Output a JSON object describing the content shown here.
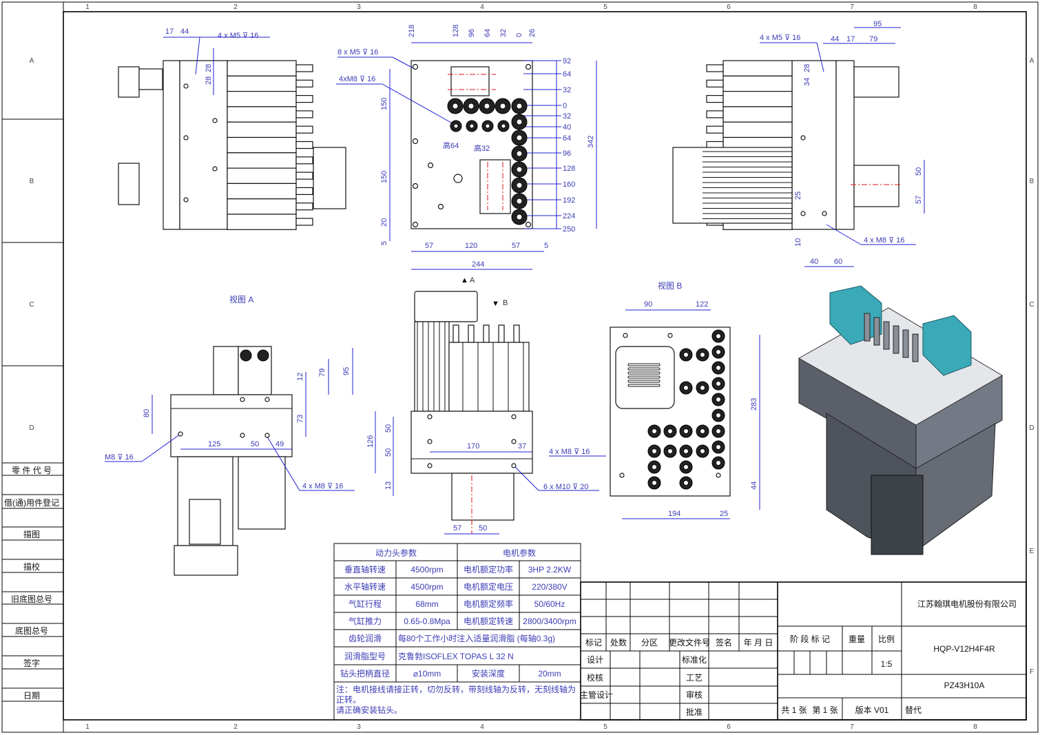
{
  "frame": {
    "columns": [
      "1",
      "2",
      "3",
      "4",
      "5",
      "6",
      "7",
      "8"
    ],
    "rows": [
      "A",
      "B",
      "C",
      "D",
      "E",
      "F"
    ],
    "left_rows": [
      "A",
      "B",
      "C",
      "D"
    ]
  },
  "left_register": [
    "零 件 代 号",
    "借(通)用件登记",
    "描图",
    "描校",
    "旧底图总号",
    "底图总号",
    "签字",
    "日期"
  ],
  "views": {
    "side_left": {
      "dims": [
        "17",
        "44",
        "4 x  M5 ⊽ 16",
        "28",
        "28"
      ]
    },
    "top": {
      "top_dims": [
        "218",
        "128",
        "96",
        "64",
        "32",
        "0",
        "26"
      ],
      "right_dims": [
        "92",
        "64",
        "32",
        "0",
        "32",
        "40",
        "64",
        "96",
        "128",
        "160",
        "192",
        "224",
        "250"
      ],
      "overall": "342",
      "left_dims": [
        "150",
        "150",
        "20",
        "5"
      ],
      "bottom_dims": [
        "57",
        "120",
        "57",
        "5",
        "244"
      ],
      "callouts": [
        "8 x  M5 ⊽ 16",
        "4xM8 ⊽ 16",
        "高64",
        "高32"
      ],
      "arrow_label": "A"
    },
    "side_right": {
      "dims": [
        "95",
        "4 x  M5 ⊽ 16",
        "44",
        "17",
        "79",
        "28",
        "34",
        "50",
        "57",
        "25",
        "10",
        "40",
        "60",
        "4 x  M8 ⊽ 16"
      ]
    },
    "view_a": {
      "title": "视图 A",
      "dims": [
        "12",
        "79",
        "95",
        "80",
        "73",
        "125",
        "50",
        "49",
        "M8 ⊽ 16",
        "4 x  M8 ⊽ 16"
      ]
    },
    "front": {
      "dims": [
        "126",
        "50",
        "50",
        "13",
        "170",
        "37",
        "4 x  M8 ⊽ 16",
        "6 x  M10 ⊽ 20",
        "57",
        "50"
      ],
      "arrow_label": "B"
    },
    "view_b": {
      "title": "视图 B",
      "dims": [
        "90",
        "122",
        "283",
        "44",
        "194",
        "25"
      ]
    }
  },
  "params": {
    "header_head": "动力头参数",
    "header_motor": "电机参数",
    "rows": [
      [
        "垂直轴转速",
        "4500rpm",
        "电机额定功率",
        "3HP  2.2KW"
      ],
      [
        "水平轴转速",
        "4500rpm",
        "电机额定电压",
        "220/380V"
      ],
      [
        "气缸行程",
        "68mm",
        "电机额定频率",
        "50/60Hz"
      ],
      [
        "气缸推力",
        "0.65-0.8Mpa",
        "电机额定转速",
        "2800/3400rpm"
      ]
    ],
    "gear_label": "齿轮润滑",
    "gear_value": "每80个工作小时注入适量润滑脂 (每轴0.3g)",
    "grease_label": "润滑脂型号",
    "grease_value": "克鲁勃ISOFLEX TOPAS L 32 N",
    "shank_label": "钻头把柄直径",
    "shank_value": "⌀10mm",
    "depth_label": "安装深度",
    "depth_value": "20mm",
    "note_line1": "注：电机接线请接正转，切勿反转，带刻线轴为反转，无刻线轴为正转。",
    "note_line2": "请正确安装钻头。"
  },
  "title_block": {
    "change_headers": [
      "标记",
      "处数",
      "分区",
      "更改文件号",
      "签名",
      "年 月 日"
    ],
    "sign_left": [
      "设计",
      "校核",
      "主管设计"
    ],
    "sign_mid": [
      "标准化",
      "工艺",
      "审核",
      "批准"
    ],
    "stage": "阶 段 标 记",
    "weight": "重量",
    "scale_label": "比例",
    "scale": "1:5",
    "company": "江苏翰琪电机股份有限公司",
    "drawing_name": "HQP-V12H4F4R",
    "drawing_code": "PZ43H10A",
    "sheets_total": "共 1 张",
    "sheet_no": "第 1 张",
    "version": "版本  V01",
    "replace": "替代"
  },
  "colors": {
    "dimension": "#1f1fd6",
    "centerline": "#e01010",
    "valve": "#3aa9b8"
  }
}
